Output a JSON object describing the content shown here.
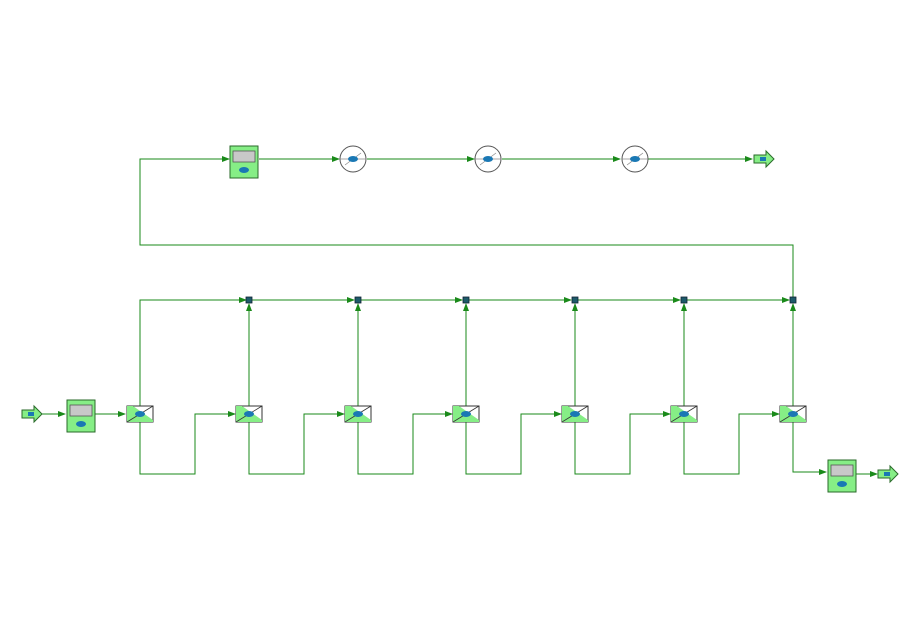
{
  "colors": {
    "background": "#ffffff",
    "line": "#1a8a1a",
    "block_fill": "#86ee86",
    "block_stroke": "#2a6a2a",
    "screen_fill": "#c8c8c8",
    "oval_fill": "#1a78b4",
    "junction_fill": "#1e5a6a",
    "circle_stroke": "#555555"
  },
  "icons": {
    "input_port": "arrow-right-port-icon",
    "output_port": "arrow-right-port-icon",
    "display_block": "display-monitor-icon",
    "processing_block": "triangle-split-block-icon",
    "filter_circle": "circle-filter-icon",
    "junction": "junction-square-icon"
  },
  "diagram": {
    "stage_count": 7,
    "junction_count": 6,
    "filter_count": 3
  }
}
